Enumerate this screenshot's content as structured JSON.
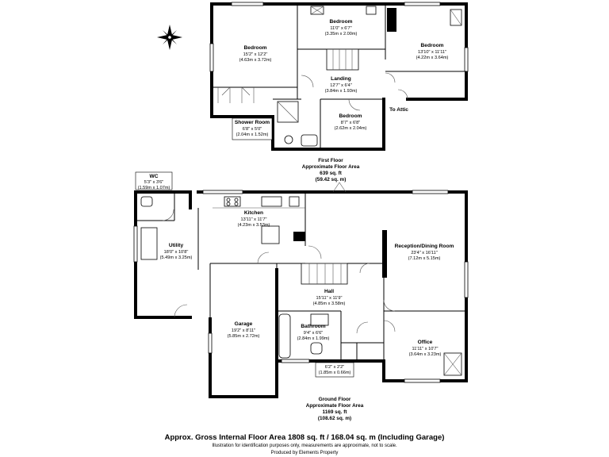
{
  "first_floor": {
    "rooms": [
      {
        "name": "Bedroom",
        "dim_imperial": "15'2\" x 12'2\"",
        "dim_metric": "(4.63m x 3.72m)"
      },
      {
        "name": "Bedroom",
        "dim_imperial": "11'0\" x 6'7\"",
        "dim_metric": "(3.35m x 2.00m)"
      },
      {
        "name": "Bedroom",
        "dim_imperial": "13'10\" x 11'11\"",
        "dim_metric": "(4.22m x 3.64m)"
      },
      {
        "name": "Landing",
        "dim_imperial": "12'7\" x 6'4\"",
        "dim_metric": "(3.84m x 1.93m)"
      },
      {
        "name": "Bedroom",
        "dim_imperial": "8'7\" x 6'8\"",
        "dim_metric": "(2.62m x 2.04m)"
      },
      {
        "name": "Shower Room",
        "dim_imperial": "6'8\" x 5'0\"",
        "dim_metric": "(2.04m x 1.52m)"
      }
    ],
    "to_attic": "To Attic",
    "label": {
      "line1": "First Floor",
      "line2": "Approximate Floor Area",
      "line3": "639 sq. ft",
      "line4": "(59.42 sq. m)"
    }
  },
  "ground_floor": {
    "rooms": [
      {
        "name": "WC",
        "dim_imperial": "5'3\" x 3'6\"",
        "dim_metric": "(1.59m x 1.07m)"
      },
      {
        "name": "Kitchen",
        "dim_imperial": "13'11\" x 11'7\"",
        "dim_metric": "(4.23m x 3.53m)"
      },
      {
        "name": "Utility",
        "dim_imperial": "18'0\" x 10'8\"",
        "dim_metric": "(5.49m x 3.25m)"
      },
      {
        "name": "Reception/Dining Room",
        "dim_imperial": "23'4\" x 16'11\"",
        "dim_metric": "(7.12m x 5.15m)"
      },
      {
        "name": "Hall",
        "dim_imperial": "15'11\" x 11'9\"",
        "dim_metric": "(4.85m x 3.58m)"
      },
      {
        "name": "Garage",
        "dim_imperial": "19'2\" x 8'11\"",
        "dim_metric": "(5.85m x 2.72m)"
      },
      {
        "name": "Bathroom",
        "dim_imperial": "9'4\" x 6'6\"",
        "dim_metric": "(2.84m x 1.99m)"
      },
      {
        "name": "Office",
        "dim_imperial": "11'11\" x 10'7\"",
        "dim_metric": "(3.64m x 3.23m)"
      },
      {
        "name": "",
        "dim_imperial": "6'2\" x 2'2\"",
        "dim_metric": "(1.85m x 0.66m)"
      }
    ],
    "label": {
      "line1": "Ground Floor",
      "line2": "Approximate Floor Area",
      "line3": "1169 sq. ft",
      "line4": "(108.62 sq. m)"
    }
  },
  "footer": {
    "title": "Approx. Gross Internal Floor Area 1808 sq. ft / 168.04 sq. m (Including Garage)",
    "disclaimer": "Illustration for identification purposes only, measurements are approximate, not to scale.",
    "credit": "Produced by Elements Property"
  },
  "icons": {
    "compass": "compass-rose-icon"
  }
}
